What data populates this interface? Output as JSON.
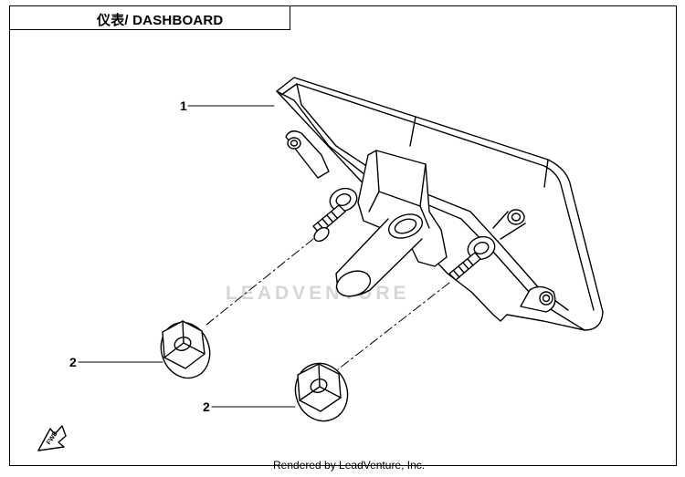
{
  "title": "仪表/ DASHBOARD",
  "callouts": [
    {
      "id": "1",
      "label": "1"
    },
    {
      "id": "2a",
      "label": "2"
    },
    {
      "id": "2b",
      "label": "2"
    }
  ],
  "fwd_label": "FWD",
  "watermark": "LEADVENTURE",
  "footer": "Rendered by LeadVenture, Inc."
}
